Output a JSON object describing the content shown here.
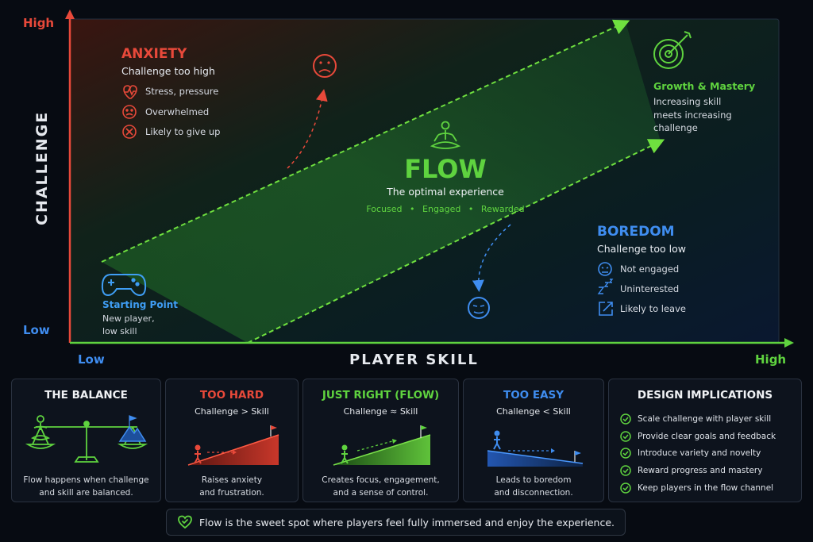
{
  "axes": {
    "y_label": "CHALLENGE",
    "y_high": "High",
    "y_low": "Low",
    "x_label": "PLAYER SKILL",
    "x_low": "Low",
    "x_high": "High"
  },
  "anxiety": {
    "title": "ANXIETY",
    "subtitle": "Challenge too high",
    "items": [
      "Stress, pressure",
      "Overwhelmed",
      "Likely to give up"
    ]
  },
  "flow": {
    "title": "FLOW",
    "subtitle": "The optimal experience",
    "tags": [
      "Focused",
      "Engaged",
      "Rewarded"
    ]
  },
  "growth": {
    "title": "Growth & Mastery",
    "desc_lines": [
      "Increasing skill",
      "meets increasing",
      "challenge"
    ]
  },
  "boredom": {
    "title": "BOREDOM",
    "subtitle": "Challenge too low",
    "items": [
      "Not engaged",
      "Uninterested",
      "Likely to leave"
    ]
  },
  "start": {
    "title": "Starting Point",
    "desc_lines": [
      "New player,",
      "low skill"
    ]
  },
  "cards": {
    "balance": {
      "title": "THE BALANCE",
      "desc_lines": [
        "Flow happens when challenge",
        "and skill are balanced."
      ]
    },
    "too_hard": {
      "title": "TOO HARD",
      "sub": "Challenge > Skill",
      "desc_lines": [
        "Raises anxiety",
        "and frustration."
      ]
    },
    "just_right": {
      "title": "JUST RIGHT (FLOW)",
      "sub": "Challenge ≈ Skill",
      "desc_lines": [
        "Creates focus, engagement,",
        "and a sense of control."
      ]
    },
    "too_easy": {
      "title": "TOO EASY",
      "sub": "Challenge < Skill",
      "desc_lines": [
        "Leads to boredom",
        "and disconnection."
      ]
    },
    "implications": {
      "title": "DESIGN IMPLICATIONS",
      "items": [
        "Scale challenge with player skill",
        "Provide clear goals and feedback",
        "Introduce variety and novelty",
        "Reward progress and mastery",
        "Keep players in the flow channel"
      ]
    }
  },
  "footer": {
    "text": "Flow is the sweet spot where players feel fully immersed and enjoy the experience."
  },
  "colors": {
    "anxiety": "#e8493a",
    "flow": "#5fd33f",
    "boredom": "#3f8df0",
    "start": "#3f9ef5",
    "background": "#070b12"
  },
  "icons": {
    "anxiety_items": [
      "heart-pulse-icon",
      "sad-face-icon",
      "x-circle-icon"
    ],
    "boredom_items": [
      "meh-face-icon",
      "sleep-zzz-icon",
      "exit-arrow-icon"
    ],
    "flow": "meditation-icon",
    "growth": "target-icon",
    "start": "gamepad-icon",
    "footer": "heart-check-icon"
  }
}
